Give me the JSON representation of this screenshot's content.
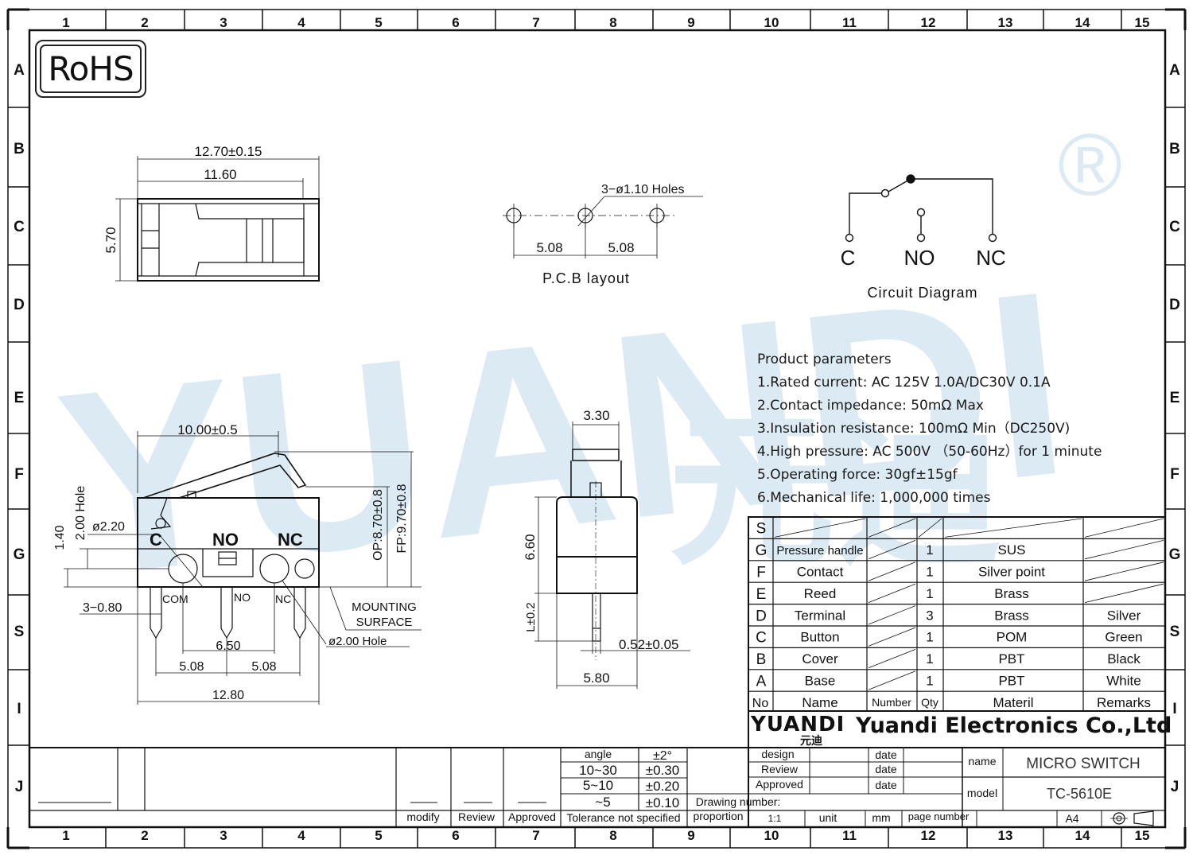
{
  "badge": {
    "text": "RoHS"
  },
  "watermark": {
    "text": "YUANDI",
    "reg": "®",
    "cn": "元迪"
  },
  "frame": {
    "cols": [
      "1",
      "2",
      "3",
      "4",
      "5",
      "6",
      "7",
      "8",
      "9",
      "10",
      "11",
      "12",
      "13",
      "14",
      "15"
    ],
    "rows": [
      "A",
      "B",
      "C",
      "D",
      "E",
      "F",
      "G",
      "S",
      "I",
      "J"
    ]
  },
  "top_view": {
    "overall": "12.70±0.15",
    "inner": "11.60",
    "height": "5.70"
  },
  "pcb": {
    "holes": "3−ø1.10  Holes",
    "pitch_left": "5.08",
    "pitch_right": "5.08",
    "label": "P.C.B  layout"
  },
  "circuit": {
    "c": "C",
    "no": "NO",
    "nc": "NC",
    "label": "Circuit  Diagram"
  },
  "parameters": {
    "title": "Product parameters",
    "items": [
      "1.Rated current: AC 125V 1.0A/DC30V 0.1A",
      "2.Contact impedance: 50mΩ Max",
      "3.Insulation resistance: 100mΩ Min（DC250V)",
      "4.High pressure: AC 500V （50-60Hz）for 1 minute",
      "5.Operating force: 30gf±15gf",
      "6.Mechanical life: 1,000,000 times"
    ]
  },
  "front_view": {
    "lever_len": "10.00±0.5",
    "op": "OP:8.70±0.8",
    "fp": "FP:9.70±0.8",
    "hole_label": "2.00  Hole",
    "dim_140": "1.40",
    "dia_220": "ø2.20",
    "lbl_c": "C",
    "lbl_no": "NO",
    "lbl_nc": "NC",
    "pin_com": "COM",
    "pin_no": "NO",
    "pin_nc": "NC",
    "pins_w": "3−0.80",
    "mounting1": "MOUNTING",
    "mounting2": "SURFACE",
    "hole_dia": "ø2.00  Hole",
    "dim_650": "6.50",
    "pitch_left": "5.08",
    "pitch_right": "5.08",
    "overall": "12.80"
  },
  "side_view": {
    "width_top": "3.30",
    "height": "6.60",
    "pin_len": "L±0.2",
    "pin_thk": "0.52±0.05",
    "width_bottom": "5.80"
  },
  "bom": {
    "rows": [
      {
        "no": "S",
        "name": "",
        "qty": "",
        "mat": "",
        "rem": ""
      },
      {
        "no": "G",
        "name": "Pressure handle",
        "qty": "1",
        "mat": "SUS",
        "rem": ""
      },
      {
        "no": "F",
        "name": "Contact",
        "qty": "1",
        "mat": "Silver point",
        "rem": ""
      },
      {
        "no": "E",
        "name": "Reed",
        "qty": "1",
        "mat": "Brass",
        "rem": ""
      },
      {
        "no": "D",
        "name": "Terminal",
        "qty": "3",
        "mat": "Brass",
        "rem": "Silver"
      },
      {
        "no": "C",
        "name": "Button",
        "qty": "1",
        "mat": "POM",
        "rem": "Green"
      },
      {
        "no": "B",
        "name": "Cover",
        "qty": "1",
        "mat": "PBT",
        "rem": "Black"
      },
      {
        "no": "A",
        "name": "Base",
        "qty": "1",
        "mat": "PBT",
        "rem": "White"
      }
    ],
    "header": {
      "no": "No",
      "name": "Name",
      "number": "Number",
      "qty": "Qty",
      "mat": "Materil",
      "rem": "Remarks"
    }
  },
  "title_block": {
    "brand": "YUANDI",
    "brand_cn": "元迪",
    "company": "Yuandi Electronics Co.,Ltd",
    "angle": "angle",
    "angle_tol": "±2°",
    "r1": "10~30",
    "r1_tol": "±0.30",
    "r2": "5~10",
    "r2_tol": "±0.20",
    "r3": "~5",
    "r3_tol": "±0.10",
    "tol_note": "Tolerance not specified",
    "modify": "modify",
    "review": "Review",
    "approved": "Approved",
    "design": "design",
    "review2": "Review",
    "approved2": "Approved",
    "date": "date",
    "drawing_number": "Drawing number:",
    "proportion": "proportion",
    "scale": "1:1",
    "unit": "unit",
    "unit_val": "mm",
    "page_number": "page number",
    "size": "A4",
    "name_lbl": "name",
    "name_val": "MICRO SWITCH",
    "model_lbl": "model",
    "model_val": "TC-5610E"
  }
}
